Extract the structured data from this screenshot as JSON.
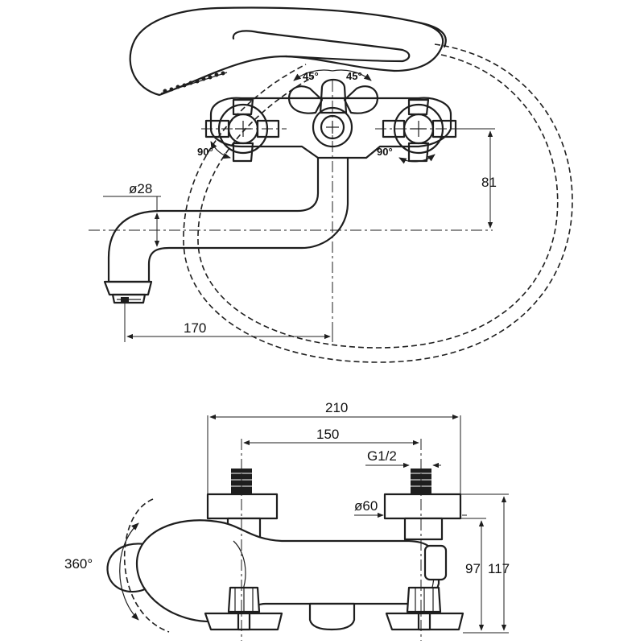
{
  "top_view": {
    "dim_diameter_spout": "ø28",
    "dim_spout_reach": "170",
    "dim_height": "81",
    "angle_left_handle": "90°",
    "angle_right_handle": "90°",
    "angle_diverter_left": "45°",
    "angle_diverter_right": "45°"
  },
  "front_view": {
    "dim_total_width": "210",
    "dim_centers": "150",
    "dim_thread": "G1/2",
    "dim_escutcheon": "ø60",
    "dim_height_inner": "97",
    "dim_height_outer": "117",
    "dim_rotation": "360°"
  }
}
